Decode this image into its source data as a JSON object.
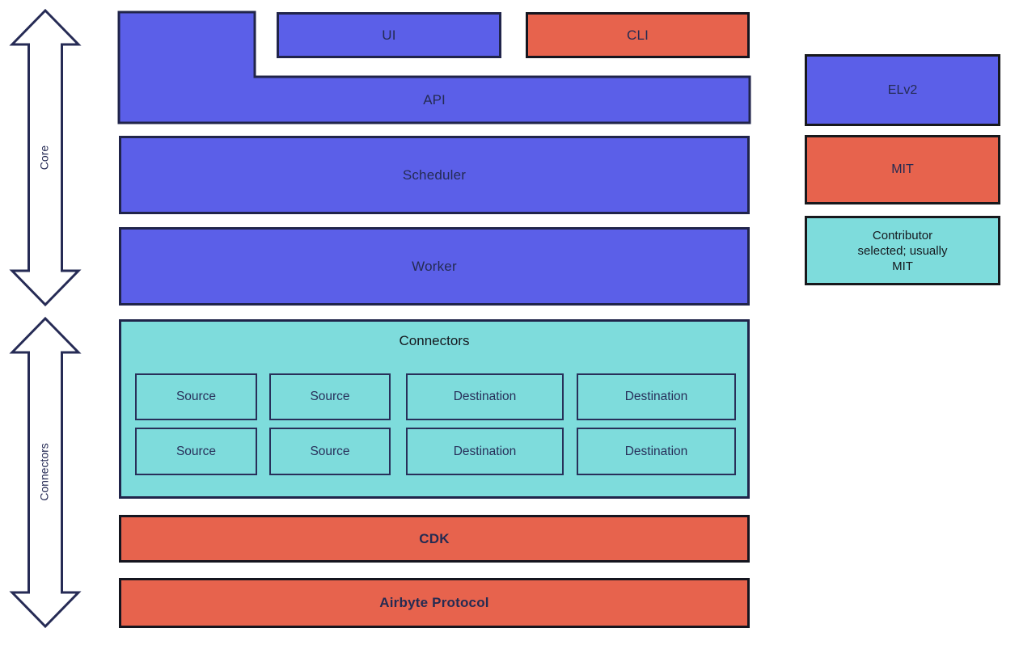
{
  "diagram": {
    "title_hint": "Airbyte architecture licensing diagram",
    "arrows": {
      "core": {
        "label": "Core"
      },
      "connectors": {
        "label": "Connectors"
      }
    },
    "blocks": {
      "ui": "UI",
      "cli": "CLI",
      "api": "API",
      "scheduler": "Scheduler",
      "worker": "Worker",
      "connectors_title": "Connectors",
      "connector_items": [
        "Source",
        "Source",
        "Destination",
        "Destination",
        "Source",
        "Source",
        "Destination",
        "Destination"
      ],
      "cdk": "CDK",
      "protocol": "Airbyte Protocol"
    },
    "legend": {
      "elv2": {
        "label": "ELv2",
        "color": "#5b5fe8"
      },
      "mit": {
        "label": "MIT",
        "color": "#e7634d"
      },
      "contributor": {
        "label": "Contributor selected; usually MIT",
        "color": "#7edcdc"
      }
    },
    "colors": {
      "elv2_blue": "#5b5fe8",
      "mit_orange": "#e7634d",
      "contributor_teal": "#7edcdc",
      "border_navy": "#20244a",
      "border_black": "#14151f",
      "text_navy": "#242b52"
    }
  }
}
